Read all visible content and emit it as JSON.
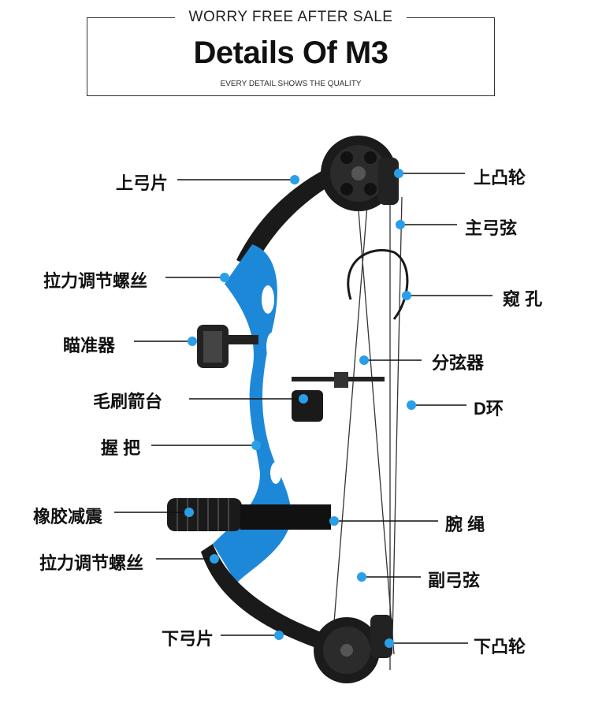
{
  "header": {
    "top": "WORRY FREE AFTER SALE",
    "title": "Details Of M3",
    "subtitle": "EVERY DETAIL SHOWS THE QUALITY"
  },
  "labels_left": {
    "upper_limb": "上弓片",
    "draw_screw_top": "拉力调节螺丝",
    "sight": "瞄准器",
    "arrow_rest": "毛刷箭台",
    "grip": "握 把",
    "stabilizer": "橡胶减震",
    "draw_screw_bottom": "拉力调节螺丝",
    "lower_limb": "下弓片"
  },
  "labels_right": {
    "upper_cam": "上凸轮",
    "string": "主弓弦",
    "peep": "窥 孔",
    "cable_slide": "分弦器",
    "d_loop": "D环",
    "wrist_strap": "腕 绳",
    "cable": "副弓弦",
    "lower_cam": "下凸轮"
  },
  "colors": {
    "riser_blue": "#1e88d8",
    "limb_black": "#1a1a1a",
    "dot_blue": "#2a9fe8",
    "line": "#111111"
  }
}
